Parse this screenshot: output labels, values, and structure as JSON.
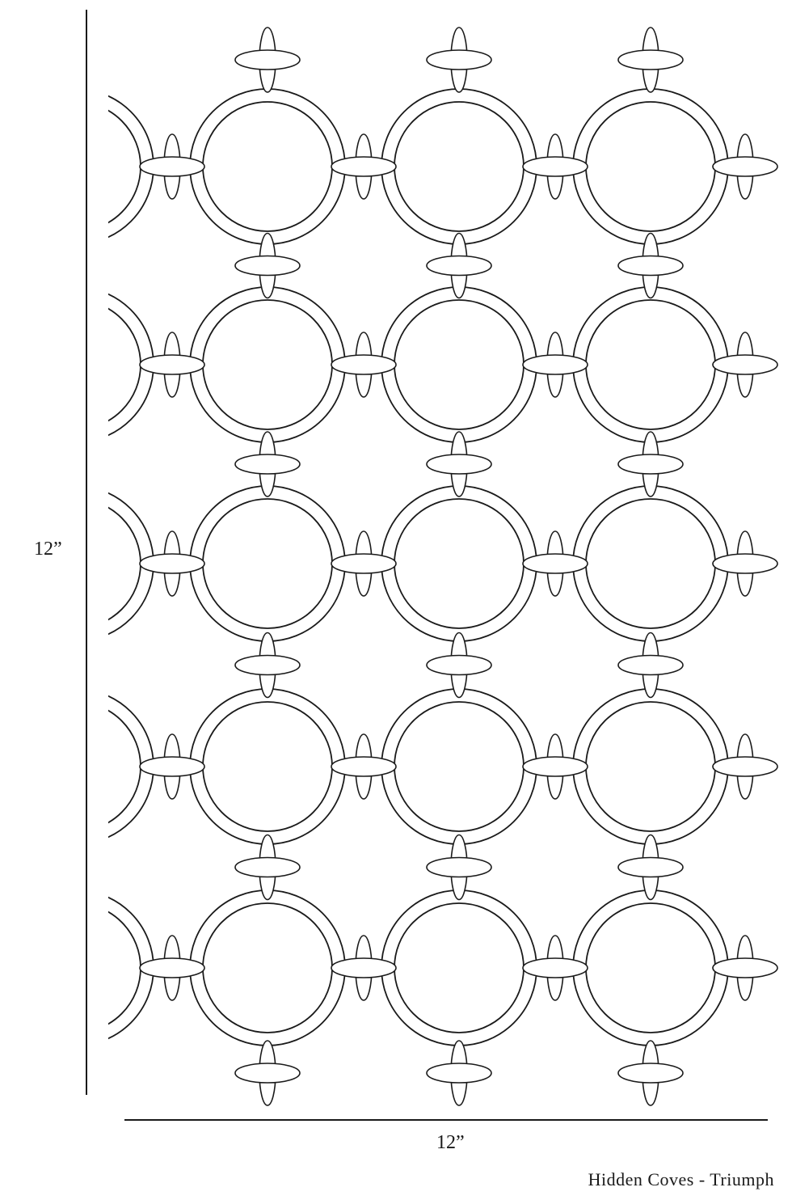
{
  "dimensions": {
    "height_label": "12”",
    "width_label": "12”"
  },
  "caption": "Hidden Coves - Triumph",
  "pattern": {
    "motif": "interlocking rings with cross-shaped elliptical connectors",
    "rows": 5,
    "full_ring_columns": 3,
    "partial_ring_columns_left": 1,
    "stroke_color": "#1a1a1a",
    "fill_color": "#ffffff"
  }
}
